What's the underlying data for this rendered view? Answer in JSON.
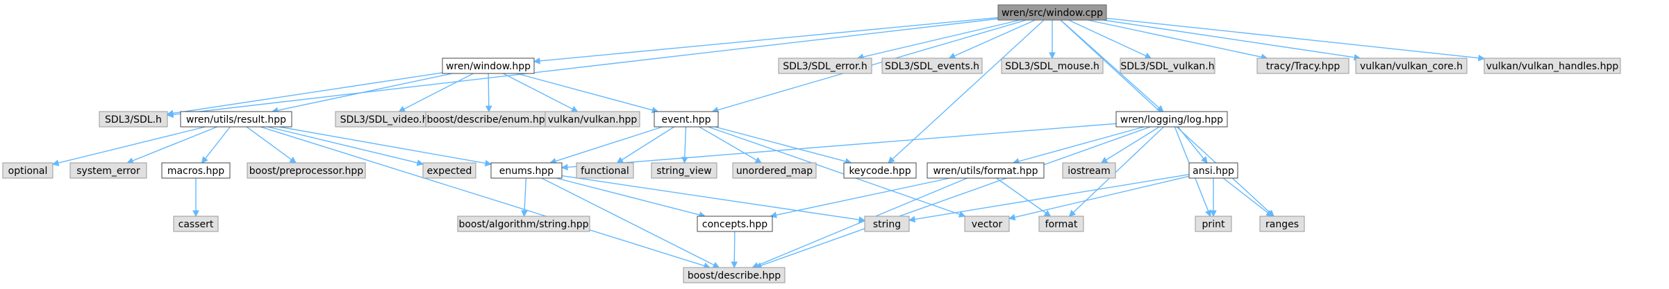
{
  "diagram": {
    "type": "include-dependency-graph",
    "edge_color": "#63b8ff",
    "nodes": [
      {
        "id": "window_cpp",
        "label": "wren/src/window.cpp",
        "kind": "root"
      },
      {
        "id": "window_hpp",
        "label": "wren/window.hpp",
        "kind": "local"
      },
      {
        "id": "sdl_error",
        "label": "SDL3/SDL_error.h",
        "kind": "external"
      },
      {
        "id": "sdl_events",
        "label": "SDL3/SDL_events.h",
        "kind": "external"
      },
      {
        "id": "sdl_mouse",
        "label": "SDL3/SDL_mouse.h",
        "kind": "external"
      },
      {
        "id": "sdl_vulkan",
        "label": "SDL3/SDL_vulkan.h",
        "kind": "external"
      },
      {
        "id": "tracy",
        "label": "tracy/Tracy.hpp",
        "kind": "external"
      },
      {
        "id": "vulkan_core",
        "label": "vulkan/vulkan_core.h",
        "kind": "external"
      },
      {
        "id": "vulkan_handles",
        "label": "vulkan/vulkan_handles.hpp",
        "kind": "external"
      },
      {
        "id": "sdl_h",
        "label": "SDL3/SDL.h",
        "kind": "external"
      },
      {
        "id": "result_hpp",
        "label": "wren/utils/result.hpp",
        "kind": "local"
      },
      {
        "id": "sdl_video",
        "label": "SDL3/SDL_video.h",
        "kind": "external"
      },
      {
        "id": "enum_hpp",
        "label": "boost/describe/enum.hpp",
        "kind": "external"
      },
      {
        "id": "vulkan_hpp",
        "label": "vulkan/vulkan.hpp",
        "kind": "external"
      },
      {
        "id": "event_hpp",
        "label": "event.hpp",
        "kind": "local"
      },
      {
        "id": "log_hpp",
        "label": "wren/logging/log.hpp",
        "kind": "local"
      },
      {
        "id": "optional",
        "label": "optional",
        "kind": "external"
      },
      {
        "id": "system_error",
        "label": "system_error",
        "kind": "external"
      },
      {
        "id": "macros_hpp",
        "label": "macros.hpp",
        "kind": "local"
      },
      {
        "id": "preprocessor",
        "label": "boost/preprocessor.hpp",
        "kind": "external"
      },
      {
        "id": "expected",
        "label": "expected",
        "kind": "external"
      },
      {
        "id": "enums_hpp",
        "label": "enums.hpp",
        "kind": "local"
      },
      {
        "id": "functional",
        "label": "functional",
        "kind": "external"
      },
      {
        "id": "string_view",
        "label": "string_view",
        "kind": "external"
      },
      {
        "id": "unordered_map",
        "label": "unordered_map",
        "kind": "external"
      },
      {
        "id": "keycode_hpp",
        "label": "keycode.hpp",
        "kind": "local"
      },
      {
        "id": "format_hpp",
        "label": "wren/utils/format.hpp",
        "kind": "local"
      },
      {
        "id": "iostream",
        "label": "iostream",
        "kind": "external"
      },
      {
        "id": "ansi_hpp",
        "label": "ansi.hpp",
        "kind": "local"
      },
      {
        "id": "cassert",
        "label": "cassert",
        "kind": "external"
      },
      {
        "id": "algorithm_string",
        "label": "boost/algorithm/string.hpp",
        "kind": "external"
      },
      {
        "id": "concepts_hpp",
        "label": "concepts.hpp",
        "kind": "local"
      },
      {
        "id": "string",
        "label": "string",
        "kind": "external"
      },
      {
        "id": "vector",
        "label": "vector",
        "kind": "external"
      },
      {
        "id": "format",
        "label": "format",
        "kind": "external"
      },
      {
        "id": "print",
        "label": "print",
        "kind": "external"
      },
      {
        "id": "ranges",
        "label": "ranges",
        "kind": "external"
      },
      {
        "id": "describe_hpp",
        "label": "boost/describe.hpp",
        "kind": "external"
      }
    ],
    "edges": [
      [
        "window_cpp",
        "window_hpp"
      ],
      [
        "window_cpp",
        "sdl_h"
      ],
      [
        "window_cpp",
        "sdl_error"
      ],
      [
        "window_cpp",
        "sdl_events"
      ],
      [
        "window_cpp",
        "sdl_mouse"
      ],
      [
        "window_cpp",
        "sdl_vulkan"
      ],
      [
        "window_cpp",
        "event_hpp"
      ],
      [
        "window_cpp",
        "keycode_hpp"
      ],
      [
        "window_cpp",
        "log_hpp"
      ],
      [
        "window_cpp",
        "tracy"
      ],
      [
        "window_cpp",
        "vulkan_core"
      ],
      [
        "window_cpp",
        "vulkan_handles"
      ],
      [
        "window_cpp",
        "ranges"
      ],
      [
        "window_hpp",
        "sdl_h"
      ],
      [
        "window_hpp",
        "result_hpp"
      ],
      [
        "window_hpp",
        "sdl_video"
      ],
      [
        "window_hpp",
        "enum_hpp"
      ],
      [
        "window_hpp",
        "vulkan_hpp"
      ],
      [
        "window_hpp",
        "event_hpp"
      ],
      [
        "result_hpp",
        "optional"
      ],
      [
        "result_hpp",
        "system_error"
      ],
      [
        "result_hpp",
        "macros_hpp"
      ],
      [
        "result_hpp",
        "preprocessor"
      ],
      [
        "result_hpp",
        "expected"
      ],
      [
        "result_hpp",
        "enums_hpp"
      ],
      [
        "result_hpp",
        "describe_hpp"
      ],
      [
        "macros_hpp",
        "cassert"
      ],
      [
        "event_hpp",
        "enums_hpp"
      ],
      [
        "event_hpp",
        "functional"
      ],
      [
        "event_hpp",
        "string_view"
      ],
      [
        "event_hpp",
        "unordered_map"
      ],
      [
        "event_hpp",
        "keycode_hpp"
      ],
      [
        "event_hpp",
        "vector"
      ],
      [
        "enums_hpp",
        "algorithm_string"
      ],
      [
        "enums_hpp",
        "concepts_hpp"
      ],
      [
        "enums_hpp",
        "string"
      ],
      [
        "enums_hpp",
        "describe_hpp"
      ],
      [
        "log_hpp",
        "enums_hpp"
      ],
      [
        "log_hpp",
        "format_hpp"
      ],
      [
        "log_hpp",
        "iostream"
      ],
      [
        "log_hpp",
        "ansi_hpp"
      ],
      [
        "log_hpp",
        "format"
      ],
      [
        "log_hpp",
        "print"
      ],
      [
        "log_hpp",
        "describe_hpp"
      ],
      [
        "format_hpp",
        "concepts_hpp"
      ],
      [
        "format_hpp",
        "format"
      ],
      [
        "format_hpp",
        "describe_hpp"
      ],
      [
        "ansi_hpp",
        "string"
      ],
      [
        "ansi_hpp",
        "vector"
      ],
      [
        "ansi_hpp",
        "print"
      ],
      [
        "ansi_hpp",
        "ranges"
      ],
      [
        "concepts_hpp",
        "describe_hpp"
      ]
    ]
  }
}
